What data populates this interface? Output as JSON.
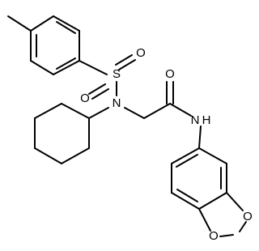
{
  "molecule": {
    "atoms": {
      "sulfur": "S",
      "sulfonyl_oxygen_1": "O",
      "sulfonyl_oxygen_2": "O",
      "sulfonamide_nitrogen": "N",
      "carbonyl_oxygen": "O",
      "amide_nitrogen": "N",
      "amide_hydrogen": "H",
      "dioxole_oxygen_top": "O",
      "dioxole_oxygen_bottom": "O"
    }
  }
}
